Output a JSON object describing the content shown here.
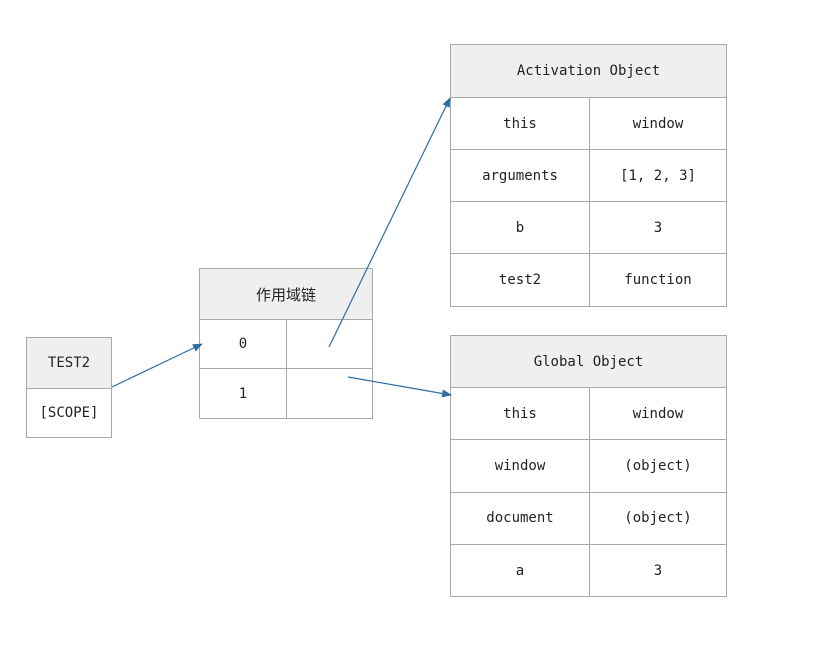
{
  "test2": {
    "title": "TEST2",
    "scope_label": "[SCOPE]"
  },
  "scope_chain": {
    "title": "作用域链",
    "rows": [
      {
        "index": "0"
      },
      {
        "index": "1"
      }
    ]
  },
  "activation_object": {
    "title": "Activation Object",
    "rows": [
      {
        "key": "this",
        "value": "window"
      },
      {
        "key": "arguments",
        "value": "[1, 2, 3]"
      },
      {
        "key": "b",
        "value": "3"
      },
      {
        "key": "test2",
        "value": "function"
      }
    ]
  },
  "global_object": {
    "title": "Global Object",
    "rows": [
      {
        "key": "this",
        "value": "window"
      },
      {
        "key": "window",
        "value": "(object)"
      },
      {
        "key": "document",
        "value": "(object)"
      },
      {
        "key": "a",
        "value": "3"
      }
    ]
  },
  "colors": {
    "arrow": "#2e6da4",
    "border": "#a9a9a9",
    "header_bg": "#efefef"
  }
}
